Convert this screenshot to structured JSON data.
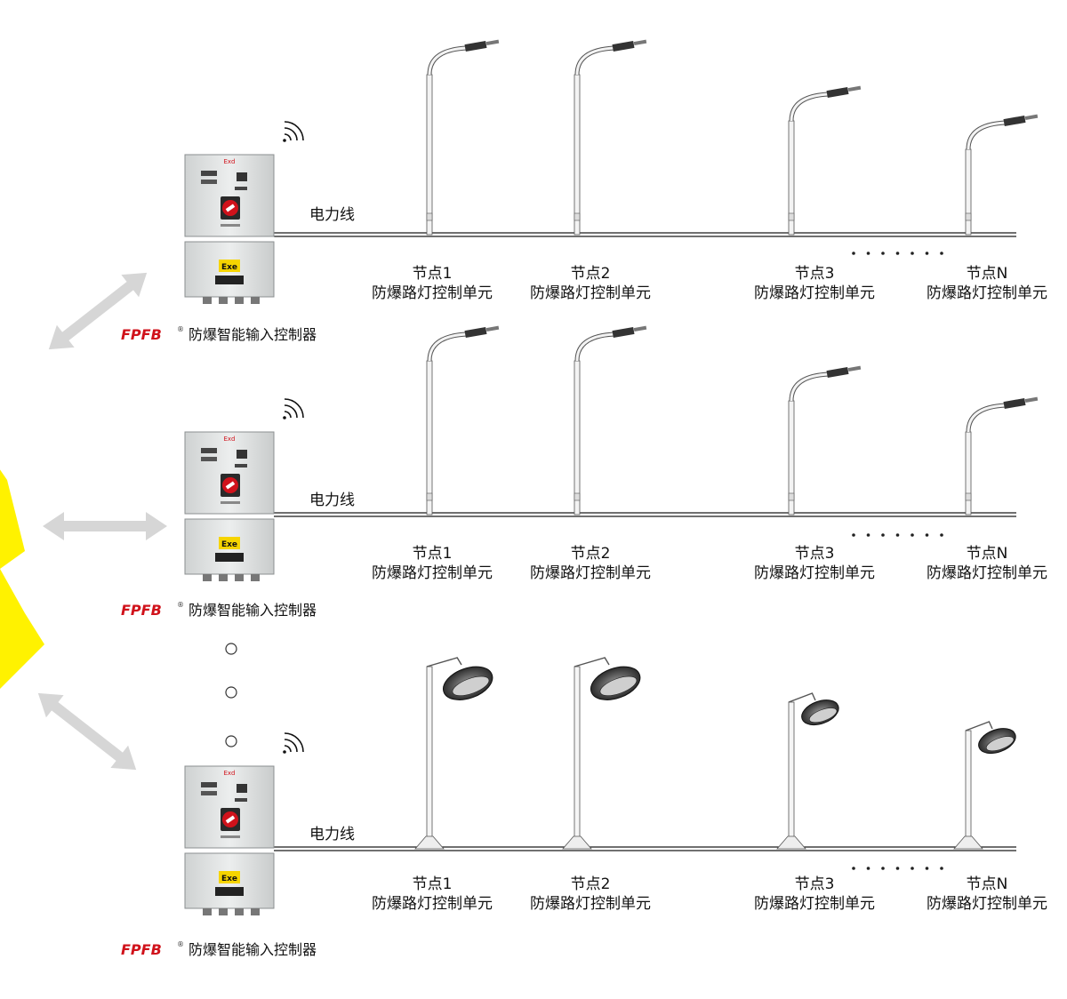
{
  "brand": {
    "logo_text": "FPFB",
    "registered_mark": "®"
  },
  "colors": {
    "line": "#1a1a1a",
    "arrow": "#d6d6d6",
    "burst": "#fff200",
    "brand_red": "#d0121b",
    "cabinet": "#e4e6e6",
    "cabinet_edge": "#8b8f90",
    "ex_label": "#f6d400",
    "dots": "#222222"
  },
  "rows": [
    {
      "controller_label": "防爆智能输入控制器",
      "wire_label": "电力线",
      "cabinet_top_text": "Exd",
      "cabinet_bottom_text": "Exe",
      "lamp_style": "street",
      "nodes": [
        {
          "title": "节点1",
          "subtitle": "防爆路灯控制单元"
        },
        {
          "title": "节点2",
          "subtitle": "防爆路灯控制单元"
        },
        {
          "title": "节点3",
          "subtitle": "防爆路灯控制单元"
        },
        {
          "title": "节点N",
          "subtitle": "防爆路灯控制单元"
        }
      ]
    },
    {
      "controller_label": "防爆智能输入控制器",
      "wire_label": "电力线",
      "cabinet_top_text": "Exd",
      "cabinet_bottom_text": "Exe",
      "lamp_style": "street",
      "nodes": [
        {
          "title": "节点1",
          "subtitle": "防爆路灯控制单元"
        },
        {
          "title": "节点2",
          "subtitle": "防爆路灯控制单元"
        },
        {
          "title": "节点3",
          "subtitle": "防爆路灯控制单元"
        },
        {
          "title": "节点N",
          "subtitle": "防爆路灯控制单元"
        }
      ]
    },
    {
      "controller_label": "防爆智能输入控制器",
      "wire_label": "电力线",
      "cabinet_top_text": "Exd",
      "cabinet_bottom_text": "Exe",
      "lamp_style": "explosion-proof",
      "nodes": [
        {
          "title": "节点1",
          "subtitle": "防爆路灯控制单元"
        },
        {
          "title": "节点2",
          "subtitle": "防爆路灯控制单元"
        },
        {
          "title": "节点3",
          "subtitle": "防爆路灯控制单元"
        },
        {
          "title": "节点N",
          "subtitle": "防爆路灯控制单元"
        }
      ]
    }
  ]
}
